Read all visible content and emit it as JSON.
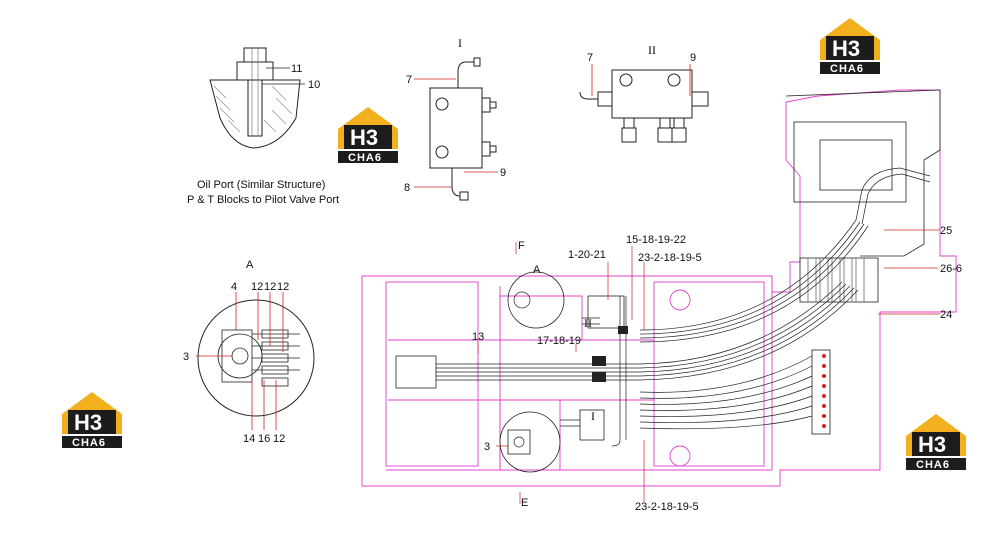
{
  "logo": {
    "mark": "H3",
    "word": "CHA6"
  },
  "detail_oil_port": {
    "label_11": "11",
    "label_10": "10",
    "caption_line1": "Oil Port (Similar Structure)",
    "caption_line2": "P & T Blocks to Pilot Valve Port"
  },
  "view_I": {
    "title": "I",
    "label_7": "7",
    "label_8": "8",
    "label_9": "9"
  },
  "view_II": {
    "title": "II",
    "label_7": "7",
    "label_9": "9"
  },
  "view_A": {
    "title": "A",
    "label_4": "4",
    "label_top_12a": "12",
    "label_top_12b": "12",
    "label_top_12c": "12",
    "label_3": "3",
    "label_14": "14",
    "label_16": "16",
    "label_bottom_12": "12"
  },
  "main": {
    "label_F": "F",
    "label_E": "E",
    "label_A": "A",
    "label_II": "II",
    "label_I": "I",
    "label_1_20_21": "1-20-21",
    "label_15_18_19_22": "15-18-19-22",
    "label_23_2_18_19_5_top": "23-2-18-19-5",
    "label_23_2_18_19_5_bottom": "23-2-18-19-5",
    "label_13": "13",
    "label_17_18_19": "17-18-19",
    "label_3": "3",
    "label_25": "25",
    "label_26_6": "26-6",
    "label_24": "24"
  },
  "colors": {
    "magenta": "#e040c8",
    "line": "#222222",
    "red": "#d02020",
    "logo_yellow": "#f2b01e",
    "logo_dark": "#1c1c1c"
  }
}
